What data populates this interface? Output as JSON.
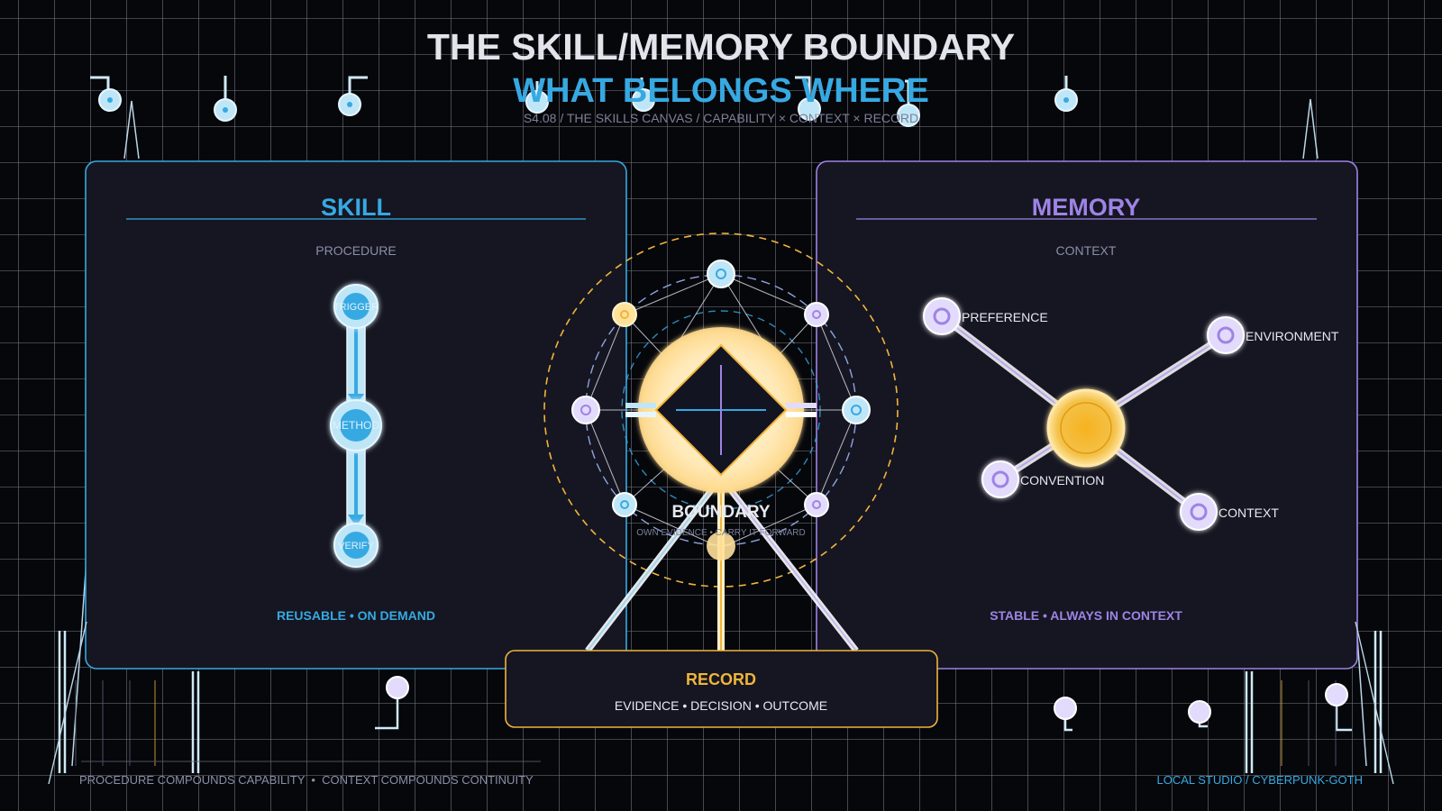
{
  "header": {
    "title": "THE SKILL/MEMORY BOUNDARY",
    "subtitle": "WHAT BELONGS WHERE",
    "breadcrumb": "S4.08 / THE SKILLS CANVAS / CAPABILITY × CONTEXT × RECORD"
  },
  "skill": {
    "title": "SKILL",
    "caption": "PROCEDURE",
    "steps": [
      "TRIGGER",
      "METHOD",
      "VERIFY"
    ],
    "footer": "REUSABLE • ON DEMAND"
  },
  "memory": {
    "title": "MEMORY",
    "caption": "CONTEXT",
    "nodes": [
      "PREFERENCE",
      "ENVIRONMENT",
      "CONVENTION",
      "CONTEXT"
    ],
    "footer": "STABLE • ALWAYS IN CONTEXT"
  },
  "boundary": {
    "label": "BOUNDARY",
    "sublabel": "OWN EVIDENCE • CARRY IT FORWARD"
  },
  "record": {
    "title": "RECORD",
    "items": "EVIDENCE • DECISION • OUTCOME"
  },
  "footer": {
    "left": "PROCEDURE COMPOUNDS CAPABILITY  •  CONTEXT COMPOUNDS CONTINUITY",
    "right": "LOCAL STUDIO / CYBERPUNK-GOTH"
  },
  "colors": {
    "background": "#06070b",
    "panel": "#151621",
    "skill_accent": "#37a9e2",
    "memory_accent": "#9f83e6",
    "record_accent": "#f0b43c",
    "text_muted": "#8a8fa8"
  }
}
